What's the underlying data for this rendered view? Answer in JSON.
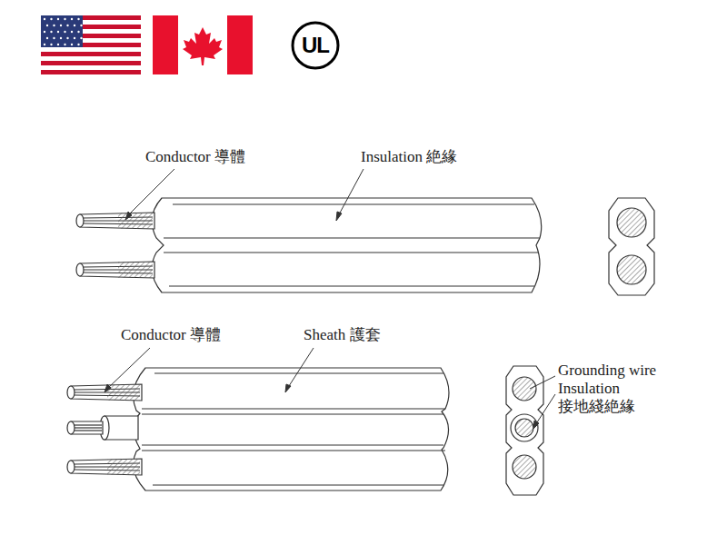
{
  "diagram": {
    "nodes": [
      {
        "text": [
          "UL"
        ]
      }
    ],
    "labels": [
      "Conductor 導體",
      "Insulation 絶緣",
      "Conductor 導體",
      "Sheath 護套",
      "Grounding wire",
      "Insulation",
      "接地綫絶緣"
    ]
  }
}
